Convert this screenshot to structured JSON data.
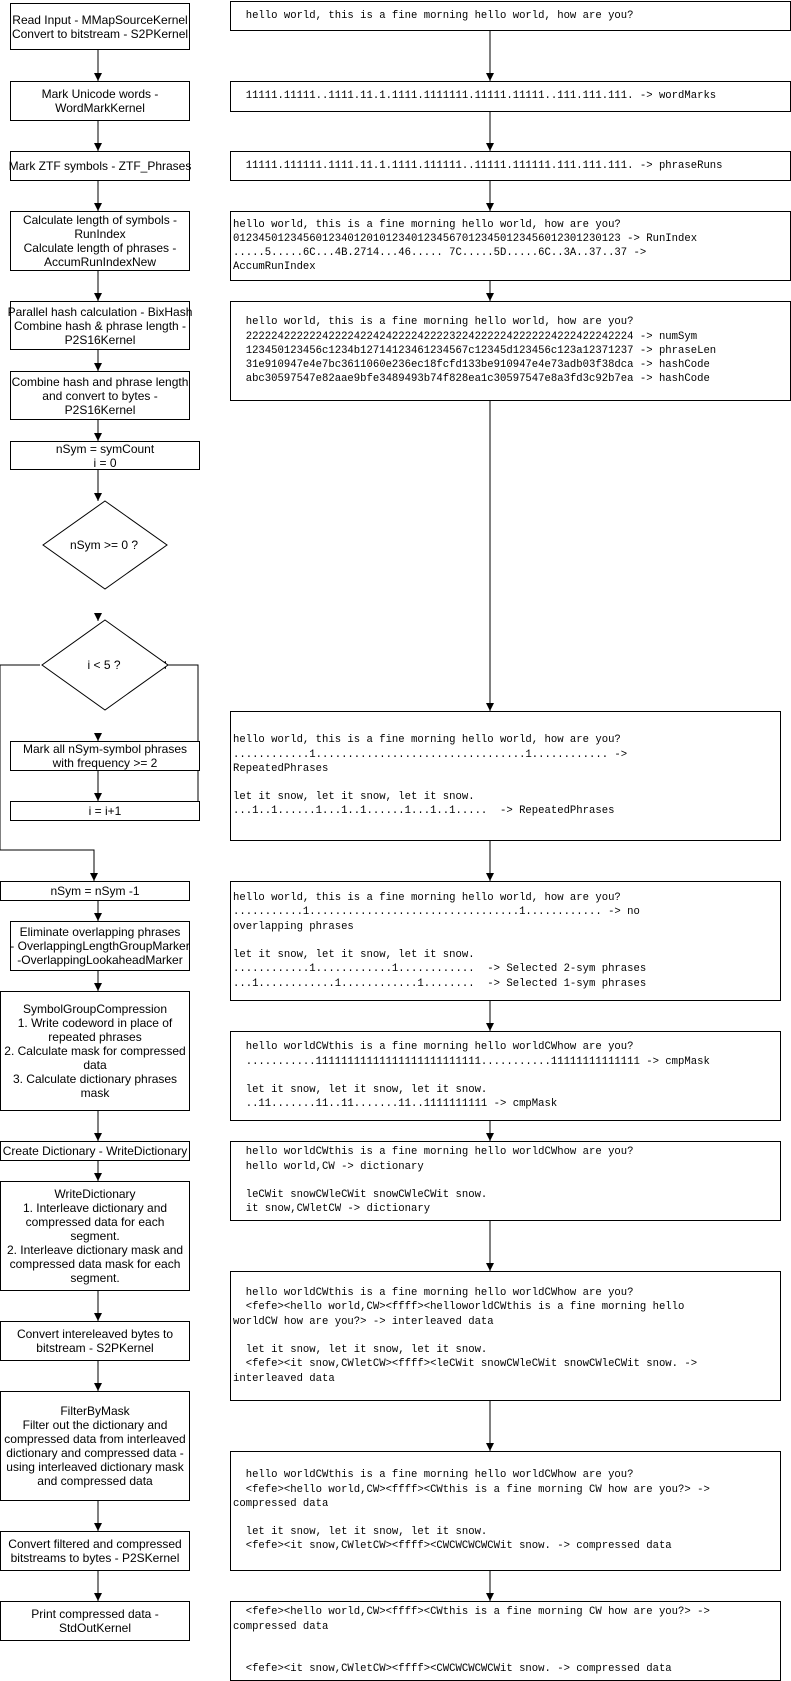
{
  "steps": {
    "s1": [
      "Read Input - MMapSourceKernel",
      "Convert to bitstream - S2PKernel"
    ],
    "s2": [
      "Mark Unicode words -",
      "WordMarkKernel"
    ],
    "s3": [
      "Mark ZTF symbols - ZTF_Phrases"
    ],
    "s4": [
      "Calculate length of symbols -",
      "RunIndex",
      "Calculate length of phrases -",
      "AccumRunIndexNew"
    ],
    "s5": [
      "Parallel hash calculation - BixHash",
      "Combine hash & phrase length -",
      "P2S16Kernel"
    ],
    "s6": [
      "Combine hash and phrase length",
      "and convert to bytes -",
      "P2S16Kernel"
    ],
    "s7": [
      "nSym = symCount",
      "i = 0"
    ],
    "d1": "nSym >= 0 ?",
    "d2": "i < 5 ?",
    "s8": [
      "Mark all nSym-symbol phrases",
      "with frequency >= 2"
    ],
    "s9": [
      "i = i+1"
    ],
    "s10": [
      "nSym = nSym -1"
    ],
    "s11": [
      "Eliminate overlapping phrases",
      "- OverlappingLengthGroupMarker",
      "-OverlappingLookaheadMarker"
    ],
    "s12": [
      "SymbolGroupCompression",
      "1. Write codeword in place of",
      "repeated phrases",
      "2. Calculate mask for compressed",
      "data",
      "3. Calculate dictionary phrases",
      "mask"
    ],
    "s13": [
      "Create Dictionary - WriteDictionary"
    ],
    "s14": [
      "WriteDictionary",
      "1. Interleave dictionary and",
      "compressed data for each",
      "segment.",
      "2. Interleave dictionary mask and",
      "compressed data mask for each",
      "segment."
    ],
    "s15": [
      "Convert intereleaved bytes to",
      "bitstream - S2PKernel"
    ],
    "s16": [
      "FilterByMask",
      "Filter out the dictionary and",
      "compressed data from interleaved",
      "dictionary and compressed data -",
      "using interleaved dictionary mask",
      "and compressed data"
    ],
    "s17": [
      "Convert filtered and compressed",
      "bitstreams to bytes - P2SKernel"
    ],
    "s18": [
      "Print compressed data -",
      "StdOutKernel"
    ]
  },
  "outputs": {
    "o1": [
      "  hello world, this is a fine morning hello world, how are you?"
    ],
    "o2": [
      "  11111.11111..1111.11.1.1111.1111111.11111.11111..111.111.111. -> wordMarks"
    ],
    "o3": [
      "  11111.111111.1111.11.1.1111.111111..11111.111111.111.111.111. -> phraseRuns"
    ],
    "o4": [
      "hello world, this is a fine morning hello world, how are you?",
      "0123450123456012340120101234012345670123450123456012301230123 -> RunIndex",
      ".....5.....6C...4B.2714...46..... 7C.....5D.....6C..3A..37..37 ->",
      "AccumRunIndex"
    ],
    "o5": [
      "  hello world, this is a fine morning hello world, how are you?",
      "  2222242222224222242242422224222232242222242222224222422242224 -> numSym",
      "  123450123456c1234b12714123461234567c12345d123456c123a12371237 -> phraseLen",
      "  31e910947e4e7bc3611060e236ec18fcfd133be910947e4e73adb03f38dca -> hashCode",
      "  abc30597547e82aae9bfe3489493b74f828ea1c30597547e8a3fd3c92b7ea -> hashCode"
    ],
    "o6": [
      "hello world, this is a fine morning hello world, how are you?",
      "............1.................................1............ ->",
      "RepeatedPhrases",
      "",
      "let it snow, let it snow, let it snow.",
      "...1..1......1...1..1......1...1..1.....  -> RepeatedPhrases"
    ],
    "o7": [
      "hello world, this is a fine morning hello world, how are you?",
      "...........1.................................1............ -> no",
      "overlapping phrases",
      "",
      "let it snow, let it snow, let it snow.",
      "............1............1............  -> Selected 2-sym phrases",
      "...1............1............1........  -> Selected 1-sym phrases"
    ],
    "o8": [
      "  hello worldCWthis is a fine morning hello worldCWhow are you?",
      "  ...........11111111111111111111111111...........11111111111111 -> cmpMask",
      "",
      "  let it snow, let it snow, let it snow.",
      "  ..11.......11..11.......11..1111111111 -> cmpMask"
    ],
    "o9": [
      "  hello worldCWthis is a fine morning hello worldCWhow are you?",
      "  hello world,CW -> dictionary",
      "",
      "  leCWit snowCWleCWit snowCWleCWit snow.",
      "  it snow,CWletCW -> dictionary"
    ],
    "o10": [
      "  hello worldCWthis is a fine morning hello worldCWhow are you?",
      "  <fefe><hello world,CW><ffff><helloworldCWthis is a fine morning hello",
      "worldCW how are you?> -> interleaved data",
      "",
      "  let it snow, let it snow, let it snow.",
      "  <fefe><it snow,CWletCW><ffff><leCWit snowCWleCWit snowCWleCWit snow. ->",
      "interleaved data"
    ],
    "o11": [
      "  hello worldCWthis is a fine morning hello worldCWhow are you?",
      "  <fefe><hello world,CW><ffff><CWthis is a fine morning CW how are you?> ->",
      "compressed data",
      "",
      "  let it snow, let it snow, let it snow.",
      "  <fefe><it snow,CWletCW><ffff><CWCWCWCWCWit snow. -> compressed data"
    ],
    "o12": [
      "  <fefe><hello world,CW><ffff><CWthis is a fine morning CW how are you?> ->",
      "compressed data",
      "",
      "",
      "  <fefe><it snow,CWletCW><ffff><CWCWCWCWCWit snow. -> compressed data"
    ]
  }
}
